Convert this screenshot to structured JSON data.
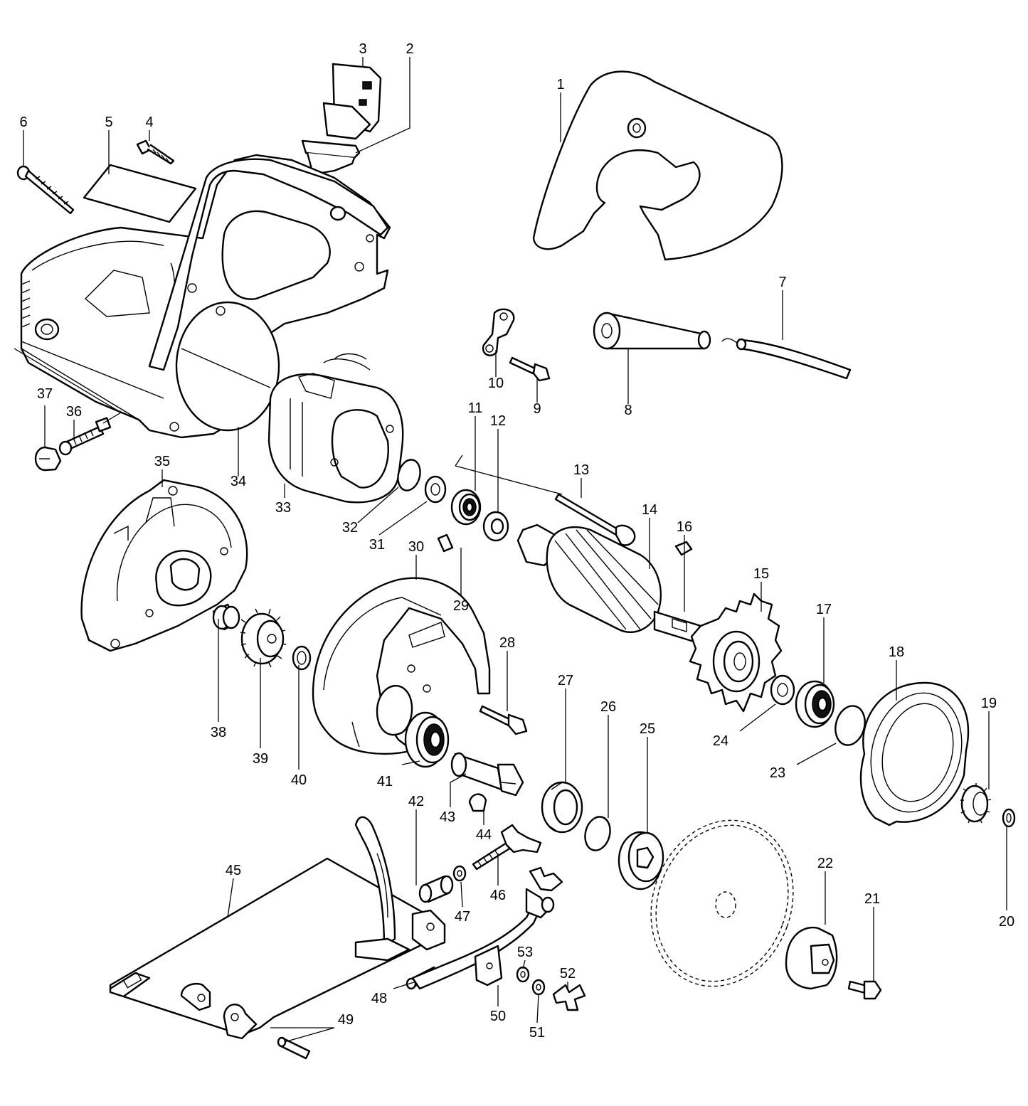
{
  "callouts": [
    "1",
    "2",
    "3",
    "4",
    "5",
    "6",
    "7",
    "8",
    "9",
    "10",
    "11",
    "12",
    "13",
    "14",
    "15",
    "16",
    "17",
    "18",
    "19",
    "20",
    "21",
    "22",
    "23",
    "24",
    "25",
    "26",
    "27",
    "28",
    "29",
    "30",
    "31",
    "32",
    "33",
    "34",
    "35",
    "36",
    "37",
    "38",
    "39",
    "40",
    "41",
    "42",
    "43",
    "44",
    "45",
    "46",
    "47",
    "48",
    "49",
    "50",
    "51",
    "52",
    "53"
  ]
}
